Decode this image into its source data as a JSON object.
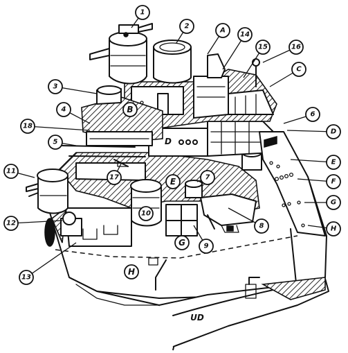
{
  "diagram": {
    "numbered_callouts": [
      "1",
      "2",
      "3",
      "4",
      "5",
      "6",
      "7",
      "8",
      "9",
      "10",
      "11",
      "12",
      "13",
      "14",
      "15",
      "16",
      "17",
      "18"
    ],
    "lettered_callouts": [
      "A",
      "B",
      "C",
      "D",
      "E",
      "F",
      "G",
      "H"
    ],
    "hull_text": "UD",
    "inline_letters": {
      "b_superstructure": "B",
      "d_superstructure": "D",
      "e_deck": "E",
      "g_bay": "G",
      "h_lower": "H"
    }
  }
}
